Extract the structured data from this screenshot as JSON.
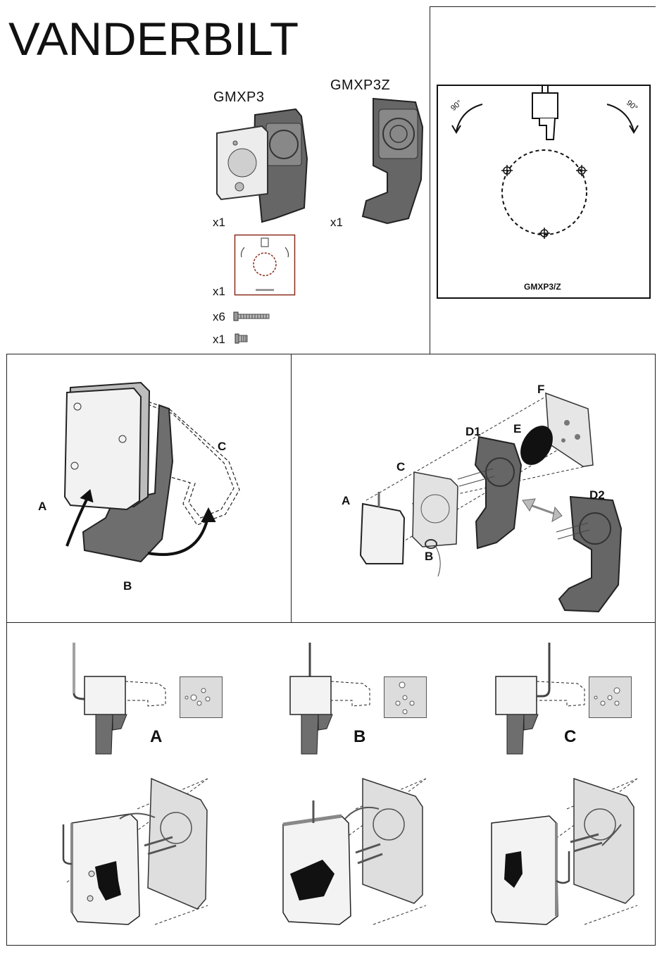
{
  "brand": {
    "logo_text": "VANDERBILT"
  },
  "contents": {
    "model_a": "GMXP3",
    "model_b": "GMXP3Z",
    "qty_model_a": "x1",
    "qty_model_b": "x1",
    "qty_template": "x1",
    "qty_screws": "x6",
    "qty_small_screw": "x1"
  },
  "template": {
    "caption": "GMXP3/Z",
    "angle_left": "90°",
    "angle_right": "90°"
  },
  "mount_detail": {
    "label_a": "A",
    "label_b": "B",
    "label_c": "C"
  },
  "exploded": {
    "label_a": "A",
    "label_b": "B",
    "label_c": "C",
    "label_d1": "D1",
    "label_d2": "D2",
    "label_e": "E",
    "label_f": "F"
  },
  "cable_options": {
    "option_a": "A",
    "option_b": "B",
    "option_c": "C"
  }
}
